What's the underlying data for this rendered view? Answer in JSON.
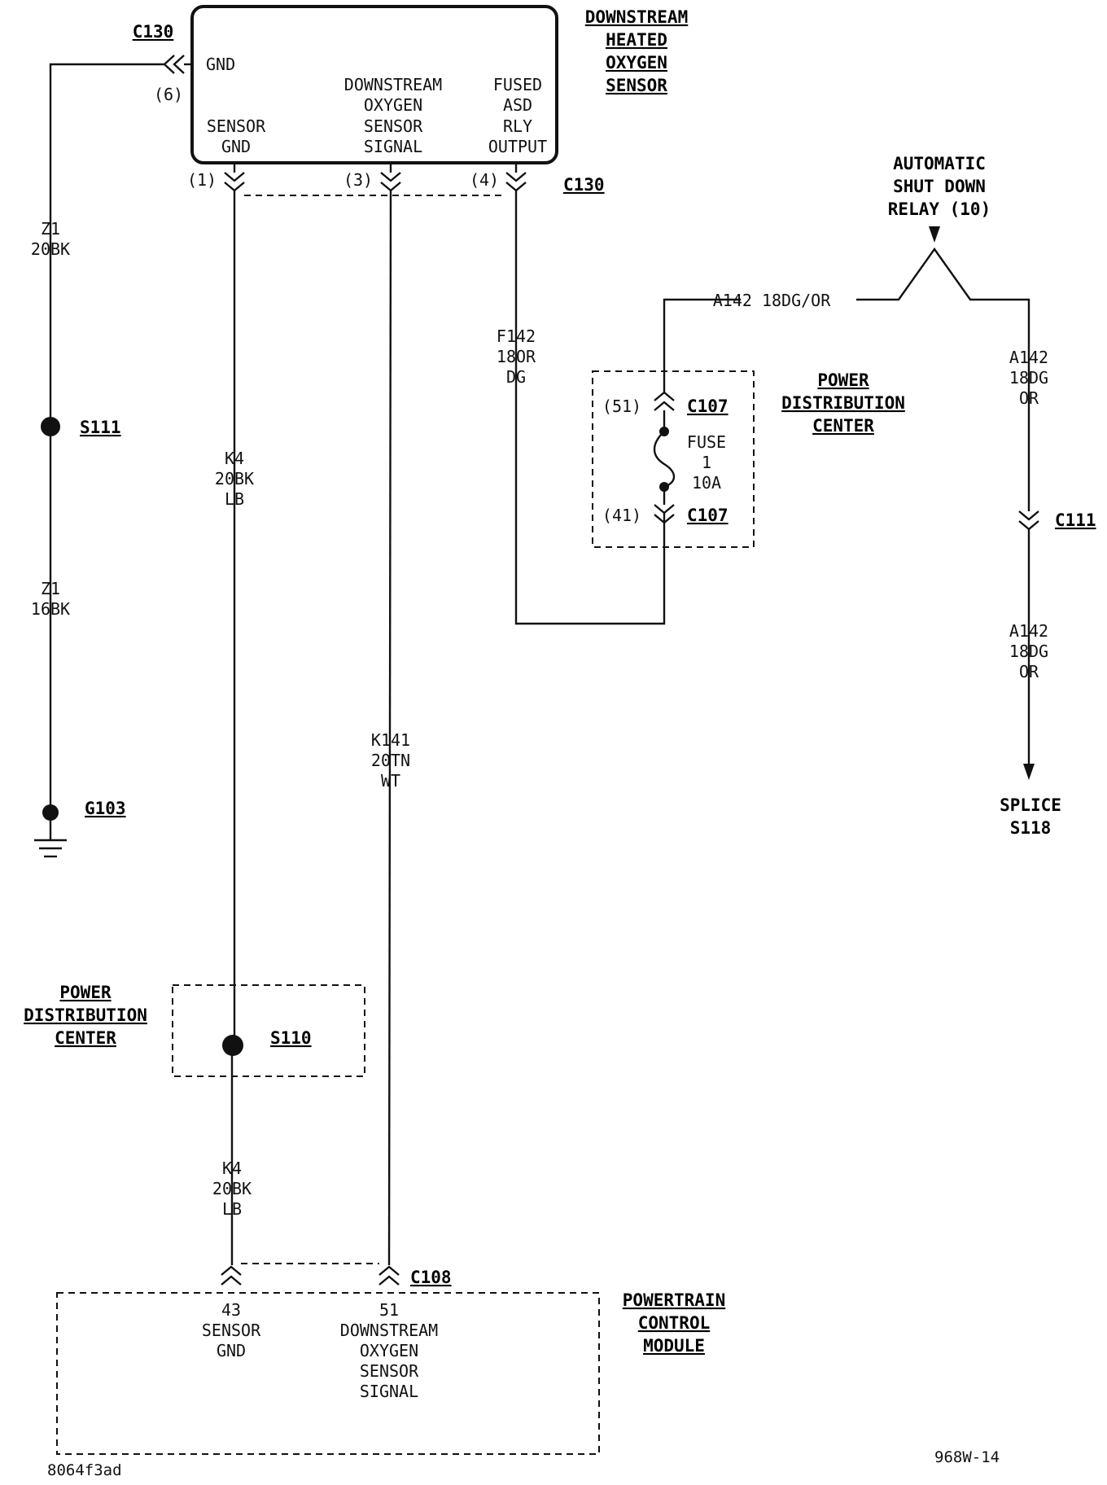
{
  "components": {
    "sensor": {
      "title": [
        "DOWNSTREAM",
        "HEATED",
        "OXYGEN",
        "SENSOR"
      ],
      "pins": {
        "gnd": "GND",
        "sensor_gnd": [
          "SENSOR",
          "GND"
        ],
        "signal": [
          "DOWNSTREAM",
          "OXYGEN",
          "SENSOR",
          "SIGNAL"
        ],
        "fused": [
          "FUSED",
          "ASD",
          "RLY",
          "OUTPUT"
        ]
      }
    },
    "asd_relay": [
      "AUTOMATIC",
      "SHUT DOWN",
      "RELAY (10)"
    ],
    "pdc_top": [
      "POWER",
      "DISTRIBUTION",
      "CENTER"
    ],
    "pdc_bottom": [
      "POWER",
      "DISTRIBUTION",
      "CENTER"
    ],
    "pcm": {
      "title": [
        "POWERTRAIN",
        "CONTROL",
        "MODULE"
      ],
      "pin43": [
        "43",
        "SENSOR",
        "GND"
      ],
      "pin51": [
        "51",
        "DOWNSTREAM",
        "OXYGEN",
        "SENSOR",
        "SIGNAL"
      ]
    },
    "splice_s118": [
      "SPLICE",
      "S118"
    ],
    "fuse": [
      "FUSE",
      "1",
      "10A"
    ]
  },
  "connectors": {
    "c130_top": "C130",
    "c130_right": "C130",
    "c107_top": "C107",
    "c107_bottom": "C107",
    "c111": "C111",
    "c108": "C108",
    "pin6": "(6)",
    "pin1": "(1)",
    "pin3": "(3)",
    "pin4": "(4)",
    "pin51": "(51)",
    "pin41": "(41)"
  },
  "splices": {
    "s111": "S111",
    "s110": "S110",
    "g103": "G103"
  },
  "wires": {
    "z1_top": [
      "Z1",
      "20BK"
    ],
    "z1_bottom": [
      "Z1",
      "16BK"
    ],
    "k4_top": [
      "K4",
      "20BK",
      "LB"
    ],
    "k4_bottom": [
      "K4",
      "20BK",
      "LB"
    ],
    "k141": [
      "K141",
      "20TN",
      "WT"
    ],
    "f142": [
      "F142",
      "18OR",
      "DG"
    ],
    "a142_top": "A142 18DG/OR",
    "a142_right1": [
      "A142",
      "18DG",
      "OR"
    ],
    "a142_right2": [
      "A142",
      "18DG",
      "OR"
    ]
  },
  "footer": {
    "left": "8064f3ad",
    "right": "968W-14"
  }
}
